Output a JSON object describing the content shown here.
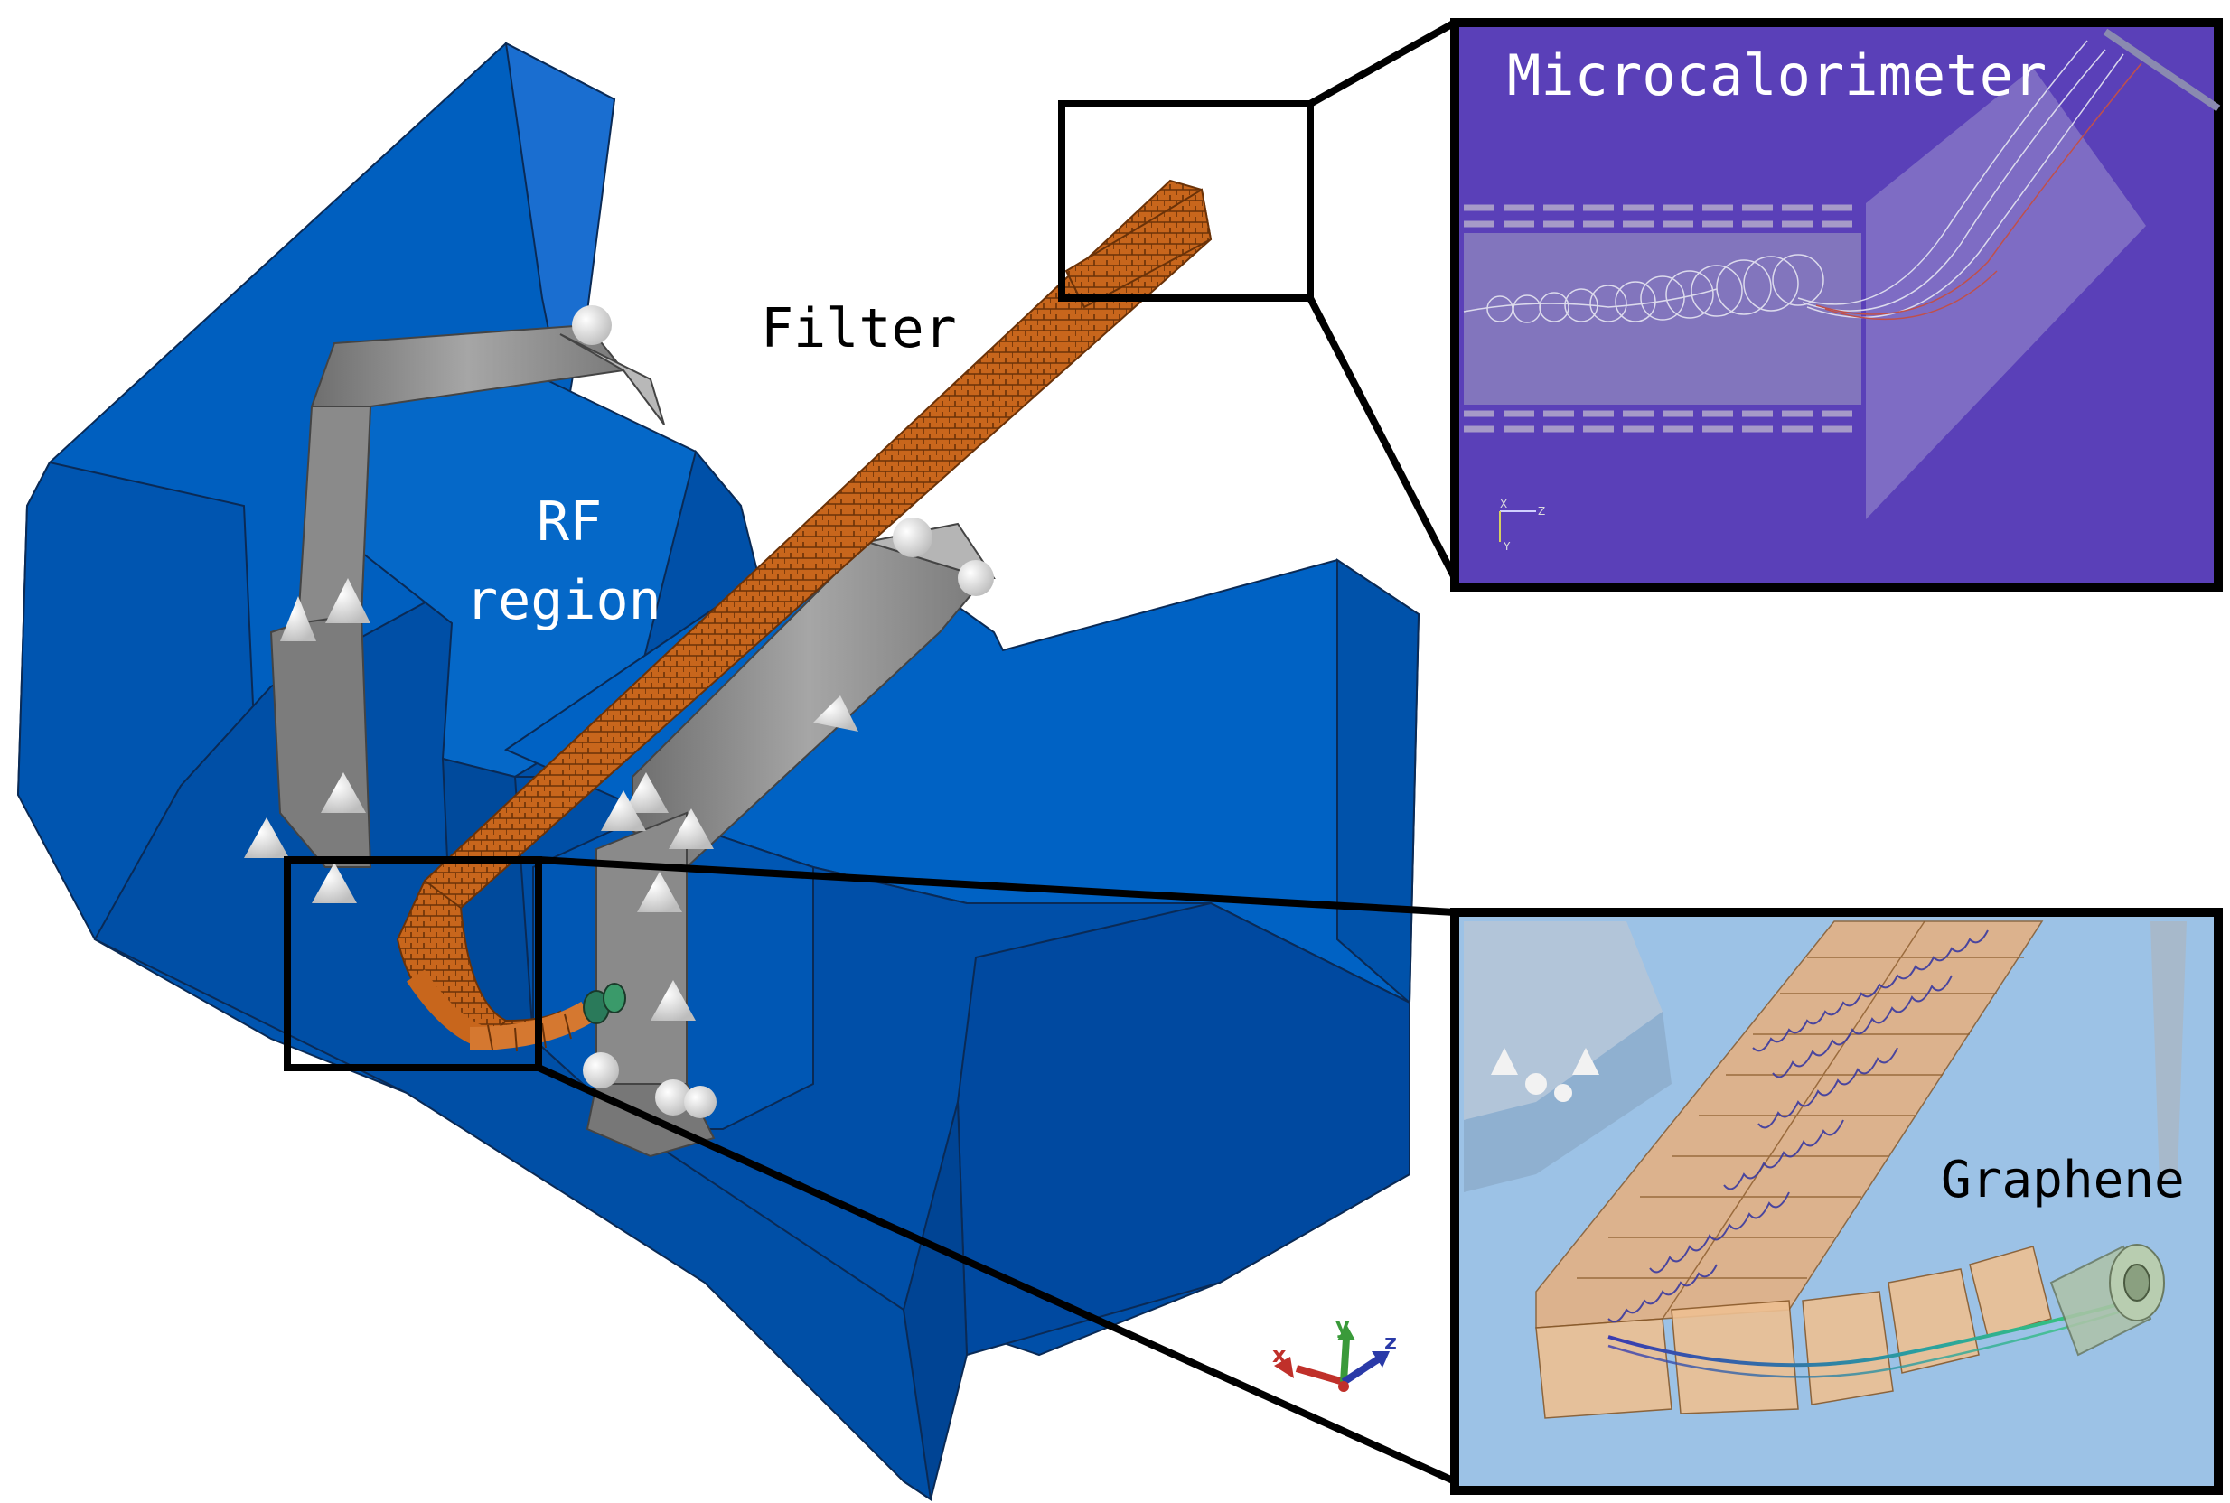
{
  "labels": {
    "filter": "Filter",
    "rf_region_line1": "RF",
    "rf_region_line2": "region",
    "microcalorimeter": "Microcalorimeter",
    "graphene": "Graphene"
  },
  "axes": {
    "main_x": "x",
    "main_y": "y",
    "main_z": "z",
    "inset_x": "X",
    "inset_y": "Y",
    "inset_z": "Z"
  },
  "colors": {
    "magnet_blue": "#0060c0",
    "filter_orange": "#c8661c",
    "inset_top_bg": "#5a40b8",
    "inset_bottom_bg": "#9cc2e6",
    "coil_gray": "#8c8c8c",
    "axis_x": "#c0302a",
    "axis_y": "#3a9a3a",
    "axis_z": "#2a3aa8"
  }
}
